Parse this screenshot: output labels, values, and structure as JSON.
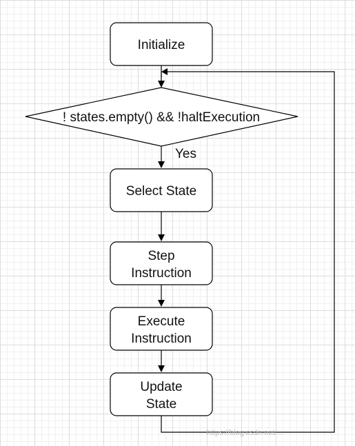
{
  "nodes": {
    "initialize": {
      "label": "Initialize"
    },
    "condition": {
      "label": "! states.empty() && !haltExecution"
    },
    "select_state": {
      "label": "Select State"
    },
    "step_instruction": {
      "line1": "Step",
      "line2": "Instruction"
    },
    "execute_instruction": {
      "line1": "Execute",
      "line2": "Instruction"
    },
    "update_state": {
      "line1": "Update",
      "line2": "State"
    }
  },
  "edges": {
    "yes_label": "Yes"
  },
  "watermark": "https://blog.csdn.net/..."
}
